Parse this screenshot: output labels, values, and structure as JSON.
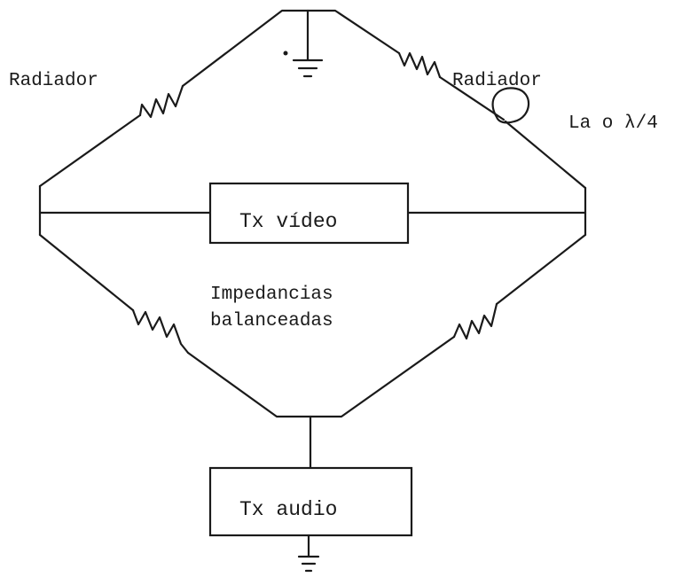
{
  "labels": {
    "radiator_left": "Radiador",
    "radiator_right": "Radiador",
    "line_length": "La o λ/4",
    "video_box": "Tx  vídeo",
    "audio_box": "Tx  audio",
    "impedance_line1": "Impedancias",
    "impedance_line2": "balanceadas"
  }
}
